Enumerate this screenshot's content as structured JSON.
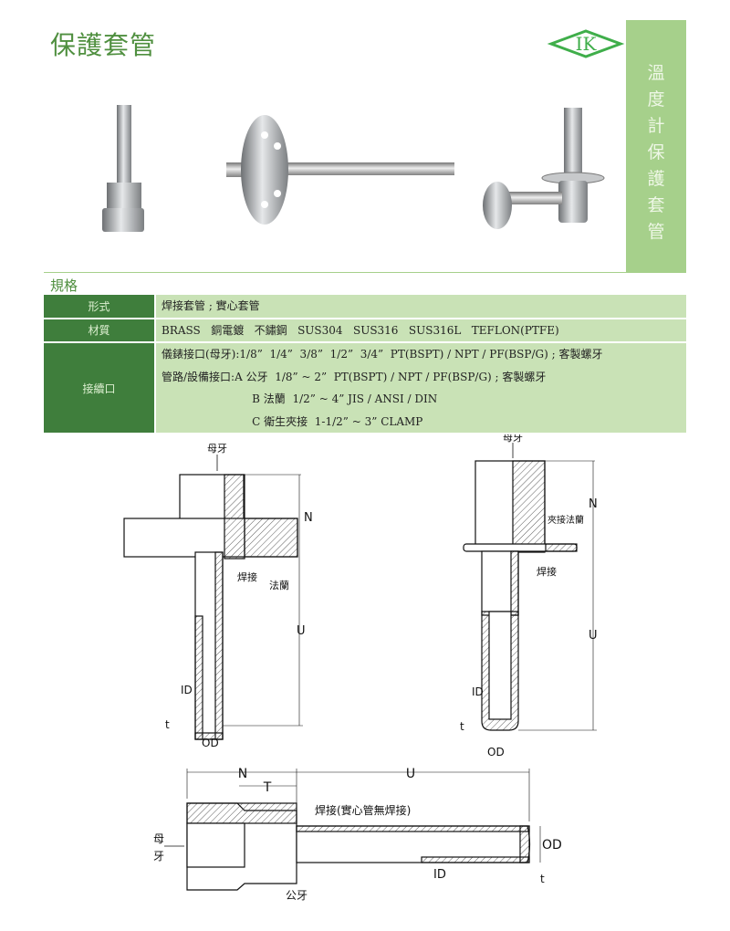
{
  "header": {
    "title": "保護套管",
    "logo": "IK",
    "side_band": [
      "溫",
      "度",
      "計",
      "保",
      "護",
      "套",
      "管"
    ]
  },
  "spec": {
    "heading": "規格",
    "rows": [
      {
        "label": "形式",
        "lines": [
          "焊接套管 ; 實心套管"
        ]
      },
      {
        "label": "材質",
        "lines": [
          "BRASS   銅電鍍   不鏽鋼   SUS304   SUS316   SUS316L   TEFLON(PTFE)"
        ]
      },
      {
        "label": "接續口",
        "lines": [
          "儀錶接口(母牙):1/8”  1/4”  3/8”  1/2”  3/4”  PT(BSPT) / NPT / PF(BSP/G) ; 客製螺牙",
          "管路/設備接口:A 公牙  1/8” ~ 2”  PT(BSPT) / NPT / PF(BSP/G) ; 客製螺牙",
          "                          B 法蘭  1/2” ~ 4” JIS / ANSI / DIN",
          "                          C 衛生夾接  1-1/2” ~ 3” CLAMP"
        ]
      }
    ]
  },
  "diagrams": {
    "flange": {
      "female": "母牙",
      "n": "N",
      "weld": "焊接",
      "flange": "法蘭",
      "u": "U",
      "id": "ID",
      "t": "t",
      "od": "OD"
    },
    "clamp": {
      "female": "母牙",
      "n": "N",
      "clamp_flange": "夾接法蘭",
      "weld": "焊接",
      "u": "U",
      "id": "ID",
      "t": "t",
      "od": "OD"
    },
    "thread": {
      "n": "N",
      "t_len": "T",
      "u": "U",
      "weld": "焊接(實心管無焊接)",
      "female_1": "母",
      "female_2": "牙",
      "od": "OD",
      "id": "ID",
      "t": "t",
      "male": "公牙"
    }
  },
  "colors": {
    "accent": "#4f8f3f",
    "band": "#a6d08b",
    "table_head": "#3f7e3c",
    "table_cell": "#c9e2b6"
  }
}
